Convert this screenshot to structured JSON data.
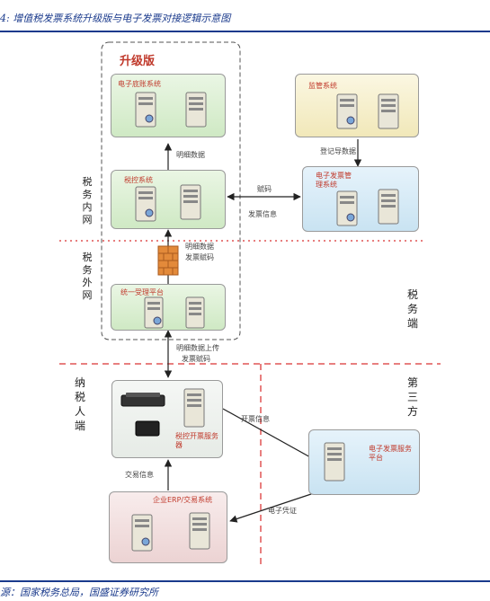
{
  "title": "4: 增值税发票系统升级版与电子发票对接逻辑示意图",
  "source": "源：国家税务总局，国盛证券研究所",
  "upgrade_label": "升级版",
  "zones": {
    "inner_net": "税务内网",
    "outer_net": "税务外网",
    "tax_side": "税务端",
    "taxpayer_side": "纳税人端",
    "third_party": "第三方"
  },
  "boxes": {
    "e_ledger": "电子底账系统",
    "tax_control": "税控系统",
    "unified_platform": "统一受理平台",
    "supervision": "监管系统",
    "e_invoice_mgmt": "电子发票管理系统",
    "tax_server": "税控开票服务器",
    "erp": "企业ERP/交易系统",
    "e_invoice_service": "电子发票服务平台"
  },
  "edges": {
    "detail_data_up": "明细数据",
    "code": "赋码",
    "invoice_info_left": "发票信息",
    "register": "登记导数据",
    "firewall_label_1": "明细数据",
    "firewall_label_2": "发票赋码",
    "upload_1": "明细数据上传",
    "upload_2": "发票赋码",
    "invoice_info_right": "开票信息",
    "trade_info": "交易信息",
    "e_voucher": "电子凭证"
  }
}
